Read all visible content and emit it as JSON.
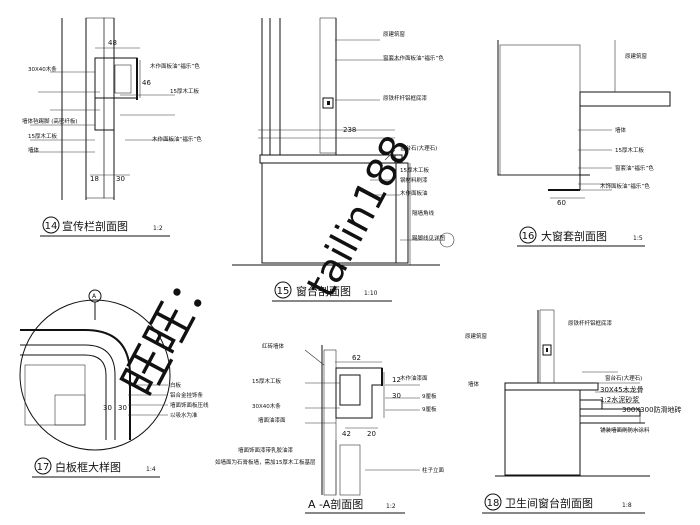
{
  "details": [
    {
      "id": "14",
      "title": "宣传栏剖面图",
      "scale": "1:2",
      "dims": [
        "48",
        "46",
        "18",
        "30"
      ],
      "labels": [
        "30X40木条",
        "木作面板油“福乐”色",
        "15厚木工板",
        "墙体毡踢脚 (高密纤板)",
        "15厚木工板",
        "墙体",
        "木作面板油“福乐”色"
      ]
    },
    {
      "id": "15",
      "title": "窗台剖面图",
      "scale": "1:10",
      "dims": [
        "238"
      ],
      "labels": [
        "原建筑窗",
        "窗套木作面板油“福乐”色",
        "原铁杆杆铝框底漆",
        "窗台石(大理石)",
        "15厚木工板",
        "钢材料刷漆",
        "木作面板油",
        "隔墙角线",
        "踢脚线见详图"
      ]
    },
    {
      "id": "16",
      "title": "大窗套剖面图",
      "scale": "1:5",
      "dims": [
        "60"
      ],
      "labels": [
        "原建筑窗",
        "墙体",
        "15厚木工板",
        "窗套油“福乐”色",
        "木饰面板油“福乐”色"
      ]
    },
    {
      "id": "17",
      "title": "白板框大样图",
      "scale": "1:4",
      "marker": "A",
      "dims": [
        "30",
        "30"
      ],
      "labels": [
        "白板",
        "铝合金挂饰条",
        "墙面饰面板压线",
        "以吸水为准"
      ]
    },
    {
      "id": "A",
      "title": "A -A剖面图",
      "scale": "1:2",
      "dims": [
        "62",
        "12",
        "30",
        "42",
        "20"
      ],
      "labels": [
        "红砖墙体",
        "15厚木工板",
        "30X40木条",
        "墙面油漆面",
        "墙面饰面漆带乳胶油漆",
        "如墙面为石膏板墙，需加15厚木工板基层",
        "木作油漆面",
        "9厘板",
        "9厘板",
        "柱子立面"
      ]
    },
    {
      "id": "18",
      "title": "卫生间窗台剖面图",
      "scale": "1:8",
      "labels": [
        "原建筑窗",
        "原铁杆杆铝框底漆",
        "墙体",
        "窗台石(大理石)",
        "30X45木龙骨",
        "1:2水泥砂浆",
        "300X300防滑地砖",
        "铺装墙面刷防水涂料"
      ]
    }
  ],
  "watermark": {
    "chinese": "旺旺：",
    "id": "tailin188"
  }
}
